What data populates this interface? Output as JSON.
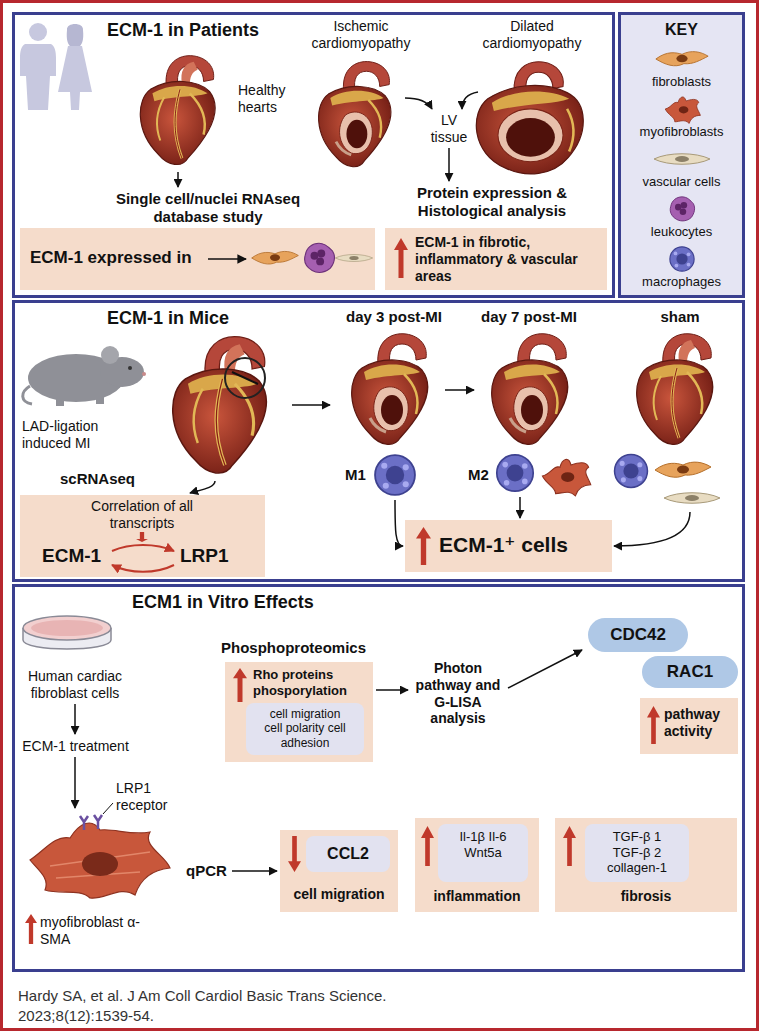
{
  "diagram": {
    "caption": "Hardy SA, et al. J Am Coll Cardiol Basic Trans Science. 2023;8(12):1539-54.",
    "nodes": [
      {
        "text": [
          "ECM-1 in Patients"
        ]
      },
      {
        "text": [
          "ECM-1 expressed in"
        ],
        "in": 0
      },
      {
        "text": [
          "ECM-1 in fibrotic, inflammatory & vascular areas"
        ],
        "in": 0
      },
      {
        "text": [
          "KEY"
        ]
      },
      {
        "text": [
          "ECM-1 in Mice"
        ]
      },
      {
        "text": [
          "Correlation of all transcripts",
          "ECM-1",
          "LRP1"
        ],
        "in": 4
      },
      {
        "text": [
          "ECM-1⁺ cells"
        ],
        "in": 4
      },
      {
        "text": [
          "ECM1 in Vitro Effects"
        ]
      },
      {
        "text": [
          "Phosphoproteomics",
          "Rho proteins phosporylation"
        ],
        "in": 7
      },
      {
        "text": [
          "cell migration cell polarity cell adhesion"
        ],
        "in": 8
      },
      {
        "text": [
          "CDC42"
        ],
        "in": 7
      },
      {
        "text": [
          "RAC1"
        ],
        "in": 7
      },
      {
        "text": [
          "pathway activity"
        ],
        "in": 7
      },
      {
        "text": [
          "cell migration"
        ],
        "in": 7
      },
      {
        "text": [
          "CCL2"
        ],
        "in": 13
      },
      {
        "text": [
          "inflammation"
        ],
        "in": 7
      },
      {
        "text": [
          "Il-1β Il-6 Wnt5a"
        ],
        "in": 15
      },
      {
        "text": [
          "fibrosis"
        ],
        "in": 7
      },
      {
        "text": [
          "TGF-β 1 TGF-β 2 collagen-1"
        ],
        "in": 17
      }
    ],
    "labels": [
      "Healthy hearts",
      "Ischemic cardiomyopathy",
      "Dilated cardiomyopathy",
      "LV tissue",
      "Single cell/nuclei RNAseq database study",
      "Protein expression & Histological analysis",
      "LAD-ligation induced MI",
      "scRNAseq",
      "day 3 post-MI",
      "day 7 post-MI",
      "sham",
      "M1",
      "M2",
      "Human cardiac fibroblast cells",
      "ECM-1 treatment",
      "LRP1 receptor",
      "myofibroblast α-SMA",
      "Photon pathway and G-LISA analysis",
      "qPCR"
    ],
    "legend": [
      {
        "text": "fibroblasts"
      },
      {
        "text": "myofibroblasts"
      },
      {
        "text": "vascular cells"
      },
      {
        "text": "leukocytes"
      },
      {
        "text": "macrophages"
      }
    ]
  }
}
